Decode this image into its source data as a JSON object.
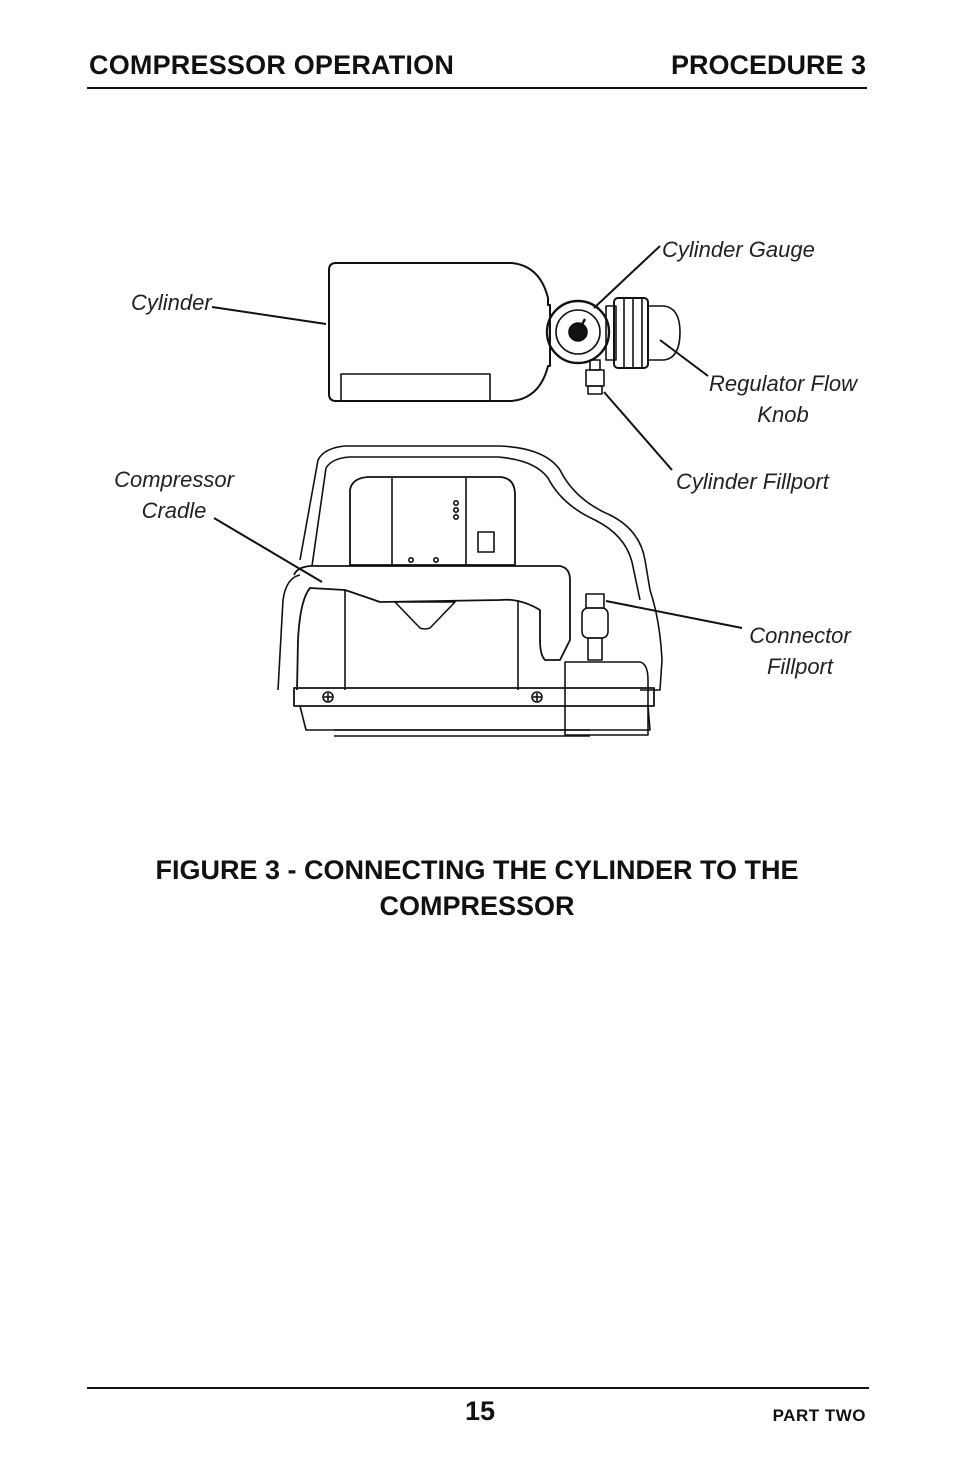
{
  "header": {
    "section_title": "COMPRESSOR OPERATION",
    "procedure": "PROCEDURE 3"
  },
  "figure": {
    "labels": {
      "cylinder": "Cylinder",
      "cylinder_gauge": "Cylinder Gauge",
      "regulator_flow_knob_line1": "Regulator Flow",
      "regulator_flow_knob_line2": "Knob",
      "compressor_cradle_line1": "Compressor",
      "compressor_cradle_line2": "Cradle",
      "cylinder_fillport": "Cylinder Fillport",
      "connector_fillport_line1": "Connector",
      "connector_fillport_line2": "Fillport"
    },
    "caption": "FIGURE 3 - CONNECTING THE CYLINDER TO THE COMPRESSOR"
  },
  "footer": {
    "page_number": "15",
    "part": "PART TWO"
  }
}
